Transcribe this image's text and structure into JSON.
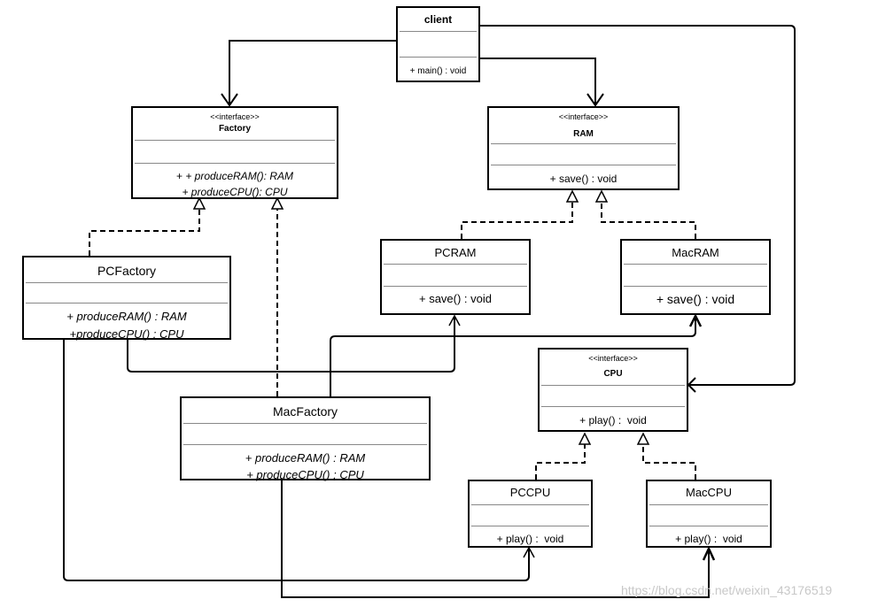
{
  "classes": {
    "client": {
      "name": "client",
      "method": "+ main() : void"
    },
    "factory": {
      "stereotype": "<<interface>>",
      "name": "Factory",
      "methods": [
        "+ produceRAM(): RAM",
        "+ produceCPU(): CPU"
      ]
    },
    "ram": {
      "stereotype": "<<interface>>",
      "name": "RAM",
      "method": "+ save() : void"
    },
    "pcfactory": {
      "name": "PCFactory",
      "methods": [
        "+ produceRAM() : RAM",
        "+produceCPU() : CPU"
      ]
    },
    "pcram": {
      "name": "PCRAM",
      "method": "+ save() : void"
    },
    "macram": {
      "name": "MacRAM",
      "method": "+ save() : void"
    },
    "cpu": {
      "stereotype": "<<interface>>",
      "name": "CPU",
      "method": "+ play() :  void"
    },
    "macfactory": {
      "name": "MacFactory",
      "methods": [
        "+ produceRAM() : RAM",
        "+ produceCPU() : CPU"
      ]
    },
    "pccpu": {
      "name": "PCCPU",
      "method": "+ play() :  void"
    },
    "maccpu": {
      "name": "MacCPU",
      "method": "+ play() :  void"
    }
  },
  "watermark": "https://blog.csdn.net/weixin_43176519"
}
